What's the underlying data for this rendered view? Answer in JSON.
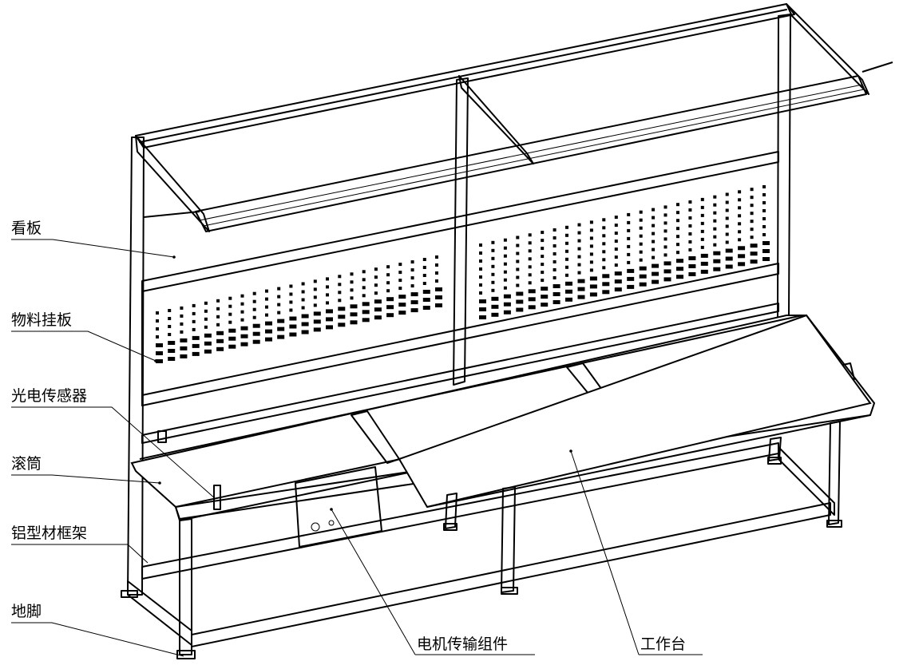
{
  "labels": {
    "kanban": "看板",
    "material_hanging_board": "物料挂板",
    "photoelectric_sensor": "光电传感器",
    "roller": "滚筒",
    "aluminum_profile_frame": "铝型材框架",
    "foot": "地脚",
    "motor_transmission_assembly": "电机传输组件",
    "workbench": "工作台"
  }
}
